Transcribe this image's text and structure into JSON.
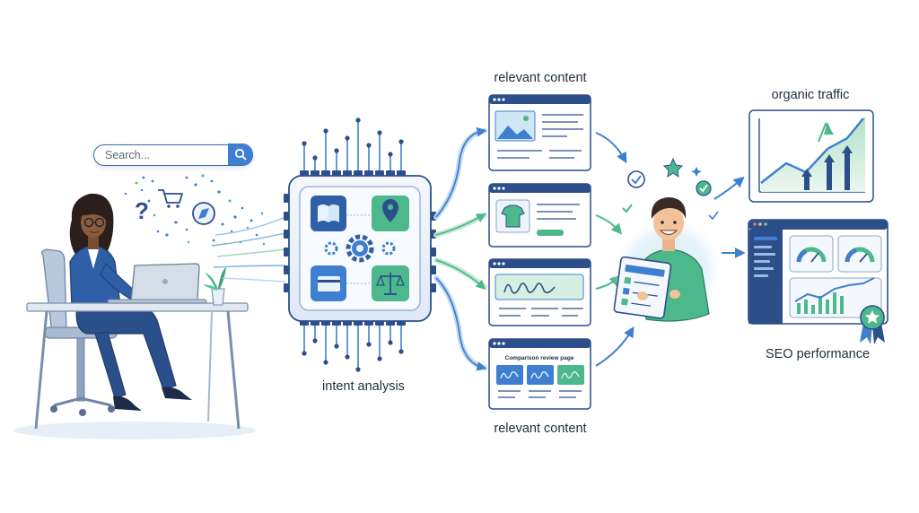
{
  "search": {
    "placeholder": "Search..."
  },
  "labels": {
    "intent_analysis": "intent analysis",
    "relevant_content_top": "relevant content",
    "relevant_content_bottom": "relevant content",
    "organic_traffic": "organic traffic",
    "seo_performance": "SEO performance"
  },
  "cards": {
    "comparison_title": "Comparison review page"
  },
  "colors": {
    "accent_blue": "#3f7fd0",
    "navy": "#2c4f8a",
    "teal_green": "#4cb88c",
    "light_blue_bg": "#e6f0fb",
    "skin_woman": "#8a5a3c",
    "skin_man": "#f2c29b"
  }
}
